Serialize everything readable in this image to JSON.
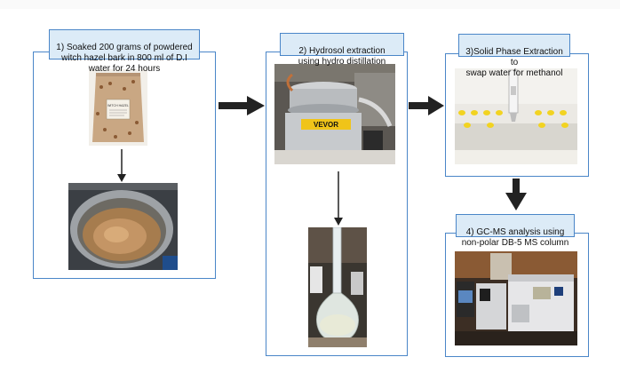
{
  "steps": [
    {
      "number": "1)",
      "text": "Soaked 200 grams of powdered\nwitch hazel bark in 800 ml of D.I\nwater for 24 hours"
    },
    {
      "number": "2)",
      "text": "Hydrosol extraction\nusing hydro distillation"
    },
    {
      "number": "3)",
      "text": "Solid Phase Extraction to\nswap water for methanol"
    },
    {
      "number": "4)",
      "text": "GC-MS analysis using\nnon-polar DB-5 MS column"
    }
  ],
  "photo_text": {
    "bag_label": "WITCH HAZEL",
    "still_brand": "VEVOR"
  },
  "icons": [
    "arrow-right-icon",
    "arrow-down-icon"
  ],
  "colors": {
    "panel_border": "#4a86c8",
    "label_fill": "#dcebf7",
    "arrow": "#222222"
  }
}
